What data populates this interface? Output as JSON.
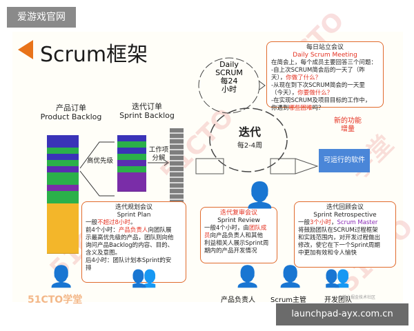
{
  "site_badge": "爱游戏官网",
  "title": "Scrum框架",
  "product_backlog": {
    "cn": "产品订单",
    "en": "Product Backlog"
  },
  "sprint_backlog": {
    "cn": "迭代订单",
    "en": "Sprint Backlog"
  },
  "priority_label": "高优先级",
  "task_breakdown": "工作项\n分解",
  "daily_scrum": {
    "title": "Daily\nSCRUM",
    "freq": "每24\n小时"
  },
  "sprint": {
    "title": "迭代",
    "freq": "每2-4周"
  },
  "new_feature": "新的功能\n增量",
  "working_software": "可运行的软件",
  "daily_box": {
    "heading": "每日站立会议",
    "heading_en": "Daily Scrum Meeting",
    "line1": "在简会上，每个成员主要回答三个问题：",
    "line2": "-自上次SCRUM简会后的一天了（昨",
    "line3": "天），",
    "line3r": "你做了什么？",
    "line4": "-从现在到下次SCRUM简会的一天里",
    "line5": "（今天），",
    "line5r": "你要做什么？",
    "line6": "-在实现SCRUM及项目目标的工作中，",
    "line7": "你遇到",
    "line7r": "哪些困难",
    "line7e": "吗？"
  },
  "plan_box": {
    "heading": "迭代规划会议",
    "heading_en": "Sprint Plan",
    "l1a": "一般",
    "l1r": "不超过8小时",
    "l1b": "。",
    "l2a": "前4个小时：",
    "l2r": "产品负责人",
    "l2b": "向团队展",
    "l3": "示最高优先级的产品，团队则向他",
    "l4": "询问产品Backlog的内容、目的、",
    "l5": "含义及意图。",
    "l6": "后4小时：团队计划本Sprint的安",
    "l7": "排"
  },
  "review_box": {
    "heading": "迭代复审会议",
    "heading_en": "Sprint Review",
    "l1a": "一般4个小时，由",
    "l1r": "团队成",
    "l2r": "员",
    "l2b": "向产品负责人和其他",
    "l3": "利益相关人展示Sprint周",
    "l4": "期内的产品开发情况"
  },
  "retro_box": {
    "heading": "迭代回顾会议",
    "heading_en": "Sprint Retrospective",
    "l1a": "一般",
    "l1r": "3个小时",
    "l1b": "，",
    "l1p": "Scrum Master",
    "l2": "将鼓励团队在SCRUM过程框架",
    "l3": "和实践范围内，对开发过程做出",
    "l4": "修改，使它在下一个Sprint周期",
    "l5": "中更加有效和令人愉快"
  },
  "roles": [
    "产品负责人",
    "Scrum主管",
    "开发团队"
  ],
  "logo_51cto": "51CTO学堂",
  "watermark_text": "51CTO学堂",
  "small_credit": "@稀土掘金技术社区",
  "footer_url": "launchpad-ayx.com.cn",
  "colors": {
    "accent": "#e8731a",
    "card_border": "#e06a2c",
    "red_text": "#e43020",
    "blue_box": "#4a86d8",
    "footer_bg": "#6b6b6b"
  }
}
